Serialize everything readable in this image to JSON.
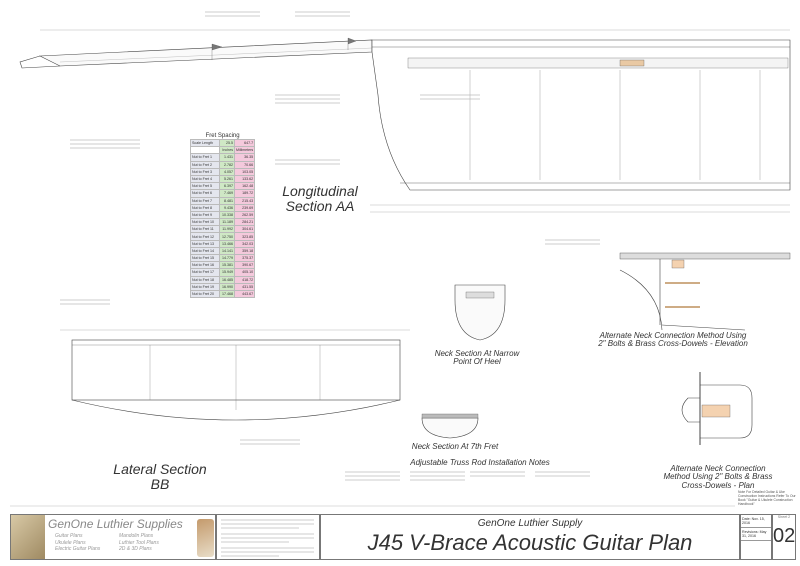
{
  "drawing": {
    "longitudinal_section_title": "Longitudinal Section AA",
    "lateral_section_title": "Lateral Section BB",
    "neck_section_heel_title": "Neck Section At Narrow Point Of Heel",
    "neck_section_7th_title": "Neck Section At 7th Fret",
    "truss_rod_notes_title": "Adjustable Truss Rod Installation Notes",
    "alt_elevation_title": "Alternate Neck Connection Method Using 2\" Bolts & Brass Cross-Dowels - Elevation",
    "alt_plan_title": "Alternate Neck Connection Method Using 2\" Bolts & Brass Cross-Dowels - Plan",
    "side_note": "Note For Detailed Guitar & Uke Construction Instructions Refer To Our Book \"Guitar & Ukulele Construction Handbook\""
  },
  "fret_table": {
    "title": "Fret Spacing",
    "scale_label": "Scale Length",
    "scale_in": "25.5",
    "scale_mm": "647.7",
    "col_inches": "Inches",
    "col_mm": "Millimeters",
    "rows": [
      [
        "Nut to Fret 1",
        "1.431",
        "36.35"
      ],
      [
        "Nut to Fret 2",
        "2.782",
        "70.66"
      ],
      [
        "Nut to Fret 3",
        "4.057",
        "103.05"
      ],
      [
        "Nut to Fret 4",
        "5.261",
        "133.62"
      ],
      [
        "Nut to Fret 5",
        "6.397",
        "162.48"
      ],
      [
        "Nut to Fret 6",
        "7.469",
        "189.72"
      ],
      [
        "Nut to Fret 7",
        "8.481",
        "215.43"
      ],
      [
        "Nut to Fret 8",
        "9.436",
        "239.69"
      ],
      [
        "Nut to Fret 9",
        "10.338",
        "262.59"
      ],
      [
        "Nut to Fret 10",
        "11.189",
        "284.21"
      ],
      [
        "Nut to Fret 11",
        "11.992",
        "304.61"
      ],
      [
        "Nut to Fret 12",
        "12.750",
        "323.85"
      ],
      [
        "Nut to Fret 13",
        "13.466",
        "342.03"
      ],
      [
        "Nut to Fret 14",
        "14.141",
        "359.18"
      ],
      [
        "Nut to Fret 15",
        "14.779",
        "375.37"
      ],
      [
        "Nut to Fret 16",
        "15.381",
        "390.67"
      ],
      [
        "Nut to Fret 17",
        "15.949",
        "405.10"
      ],
      [
        "Nut to Fret 18",
        "16.485",
        "418.72"
      ],
      [
        "Nut to Fret 19",
        "16.990",
        "431.55"
      ],
      [
        "Nut to Fret 20",
        "17.468",
        "443.67"
      ]
    ]
  },
  "title_block": {
    "company_logo": "GenOne Luthier Supplies",
    "links_left": [
      "Guitar Plans",
      "Ukulele Plans",
      "Electric Guitar Plans"
    ],
    "links_right": [
      "Mandolin Plans",
      "Luthier Tool Plans",
      "2D & 3D Plans"
    ],
    "company": "GenOne Luthier Supply",
    "title": "J45 V-Brace Acoustic Guitar Plan",
    "date": "Date: Nov. 15, 2016",
    "revisions": "Revisions: May 31, 2016",
    "sheet_label": "Sheet 2",
    "sheet_number": "02"
  }
}
